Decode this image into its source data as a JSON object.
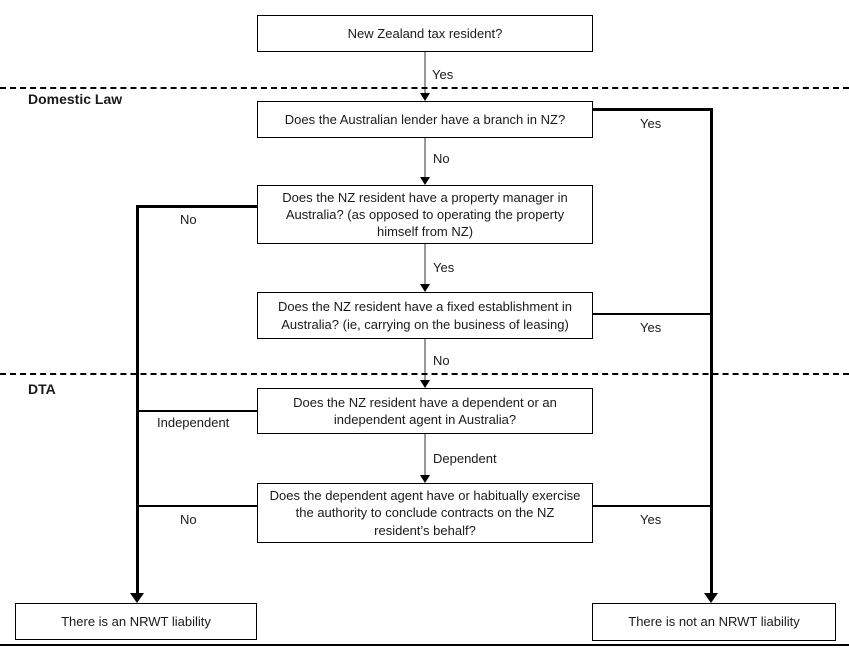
{
  "sections": {
    "domestic_law": "Domestic Law",
    "dta": "DTA"
  },
  "nodes": {
    "q1": "New Zealand tax resident?",
    "q2": "Does the Australian lender have a branch in NZ?",
    "q3": "Does the NZ resident have a property manager in Australia? (as opposed to operating the property himself from NZ)",
    "q4": "Does the NZ resident have a fixed establishment in Australia? (ie, carrying on the business of leasing)",
    "q5": "Does the NZ resident have a dependent or an independent agent in Australia?",
    "q6": "Does the dependent agent have or habitually exercise the authority to conclude contracts on the NZ resident’s behalf?",
    "outcome_left": "There is an NRWT liability",
    "outcome_right": "There is not an NRWT liability"
  },
  "edges": {
    "q1_yes": "Yes",
    "q2_yes": "Yes",
    "q2_no": "No",
    "q3_no": "No",
    "q3_yes": "Yes",
    "q4_yes": "Yes",
    "q4_no": "No",
    "q5_independent": "Independent",
    "q5_dependent": "Dependent",
    "q6_no": "No",
    "q6_yes": "Yes"
  },
  "colors": {
    "line": "#000000",
    "arrow_shaft_gray": "#999999",
    "background": "#ffffff",
    "text": "#1a1a1a"
  }
}
